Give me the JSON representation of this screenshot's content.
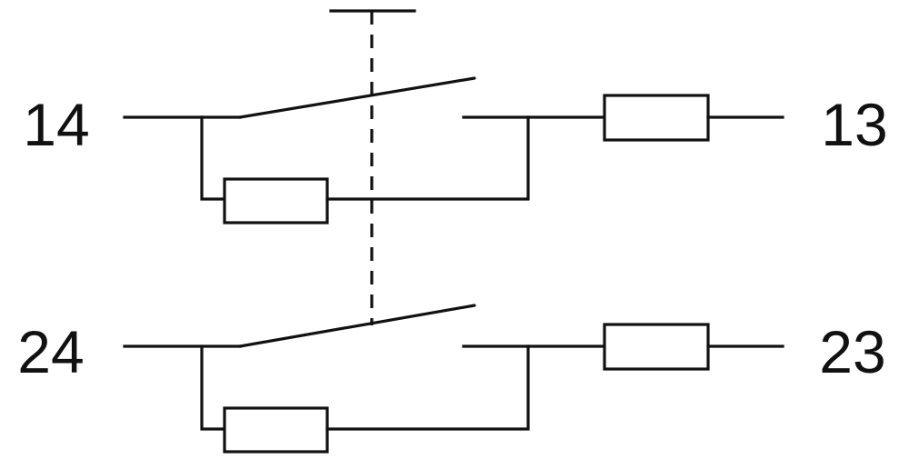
{
  "diagram": {
    "kind": "normally-open contact pair with parallel resistors",
    "colors": {
      "line": "#111111",
      "background": "#ffffff"
    },
    "contacts": [
      {
        "left_terminal": "14",
        "right_terminal": "13",
        "state": "open",
        "series_component": "resistor",
        "parallel_component": "resistor"
      },
      {
        "left_terminal": "24",
        "right_terminal": "23",
        "state": "open",
        "series_component": "resistor",
        "parallel_component": "resistor"
      }
    ],
    "actuator": {
      "type": "push-button",
      "linkage": "dashed"
    }
  }
}
